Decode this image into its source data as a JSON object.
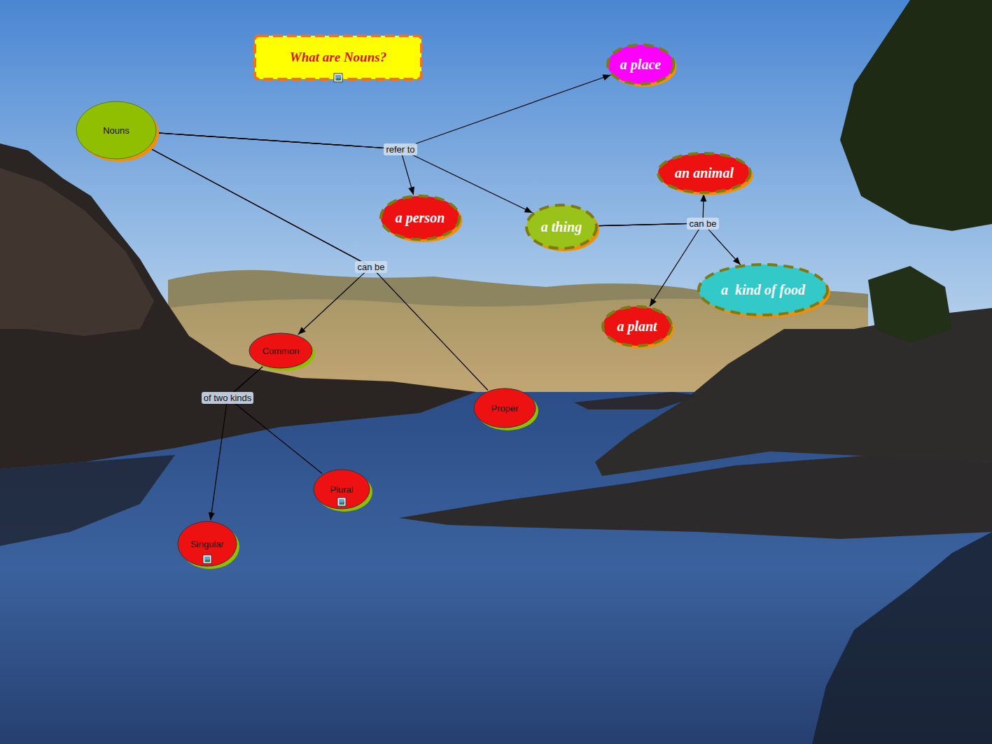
{
  "diagram": {
    "nodes": [
      {
        "text": [
          "What are Nouns?"
        ]
      },
      {
        "text": [
          "Nouns"
        ]
      },
      {
        "text": [
          "a place"
        ]
      },
      {
        "text": [
          "a person"
        ]
      },
      {
        "text": [
          "a thing"
        ]
      },
      {
        "text": [
          "an animal"
        ]
      },
      {
        "text": [
          "a  kind of food"
        ]
      },
      {
        "text": [
          "a plant"
        ]
      },
      {
        "text": [
          "Common"
        ]
      },
      {
        "text": [
          "Proper"
        ]
      },
      {
        "text": [
          "Plural"
        ]
      },
      {
        "text": [
          "Singular"
        ]
      }
    ],
    "edges": [
      {
        "from": 1,
        "to": 2,
        "label": "refer to",
        "arrow": "to"
      },
      {
        "from": 1,
        "to": 3,
        "arrow": "to"
      },
      {
        "from": 1,
        "to": 4,
        "arrow": "to"
      },
      {
        "from": 4,
        "to": 5,
        "label": "can be",
        "arrow": "to"
      },
      {
        "from": 4,
        "to": 6,
        "arrow": "to"
      },
      {
        "from": 4,
        "to": 7,
        "arrow": "to"
      },
      {
        "from": 1,
        "to": 8,
        "label": "can be",
        "arrow": "to"
      },
      {
        "from": 1,
        "to": 9,
        "arrow": "none"
      },
      {
        "from": 8,
        "to": 11,
        "label": "of two kinds",
        "arrow": "to"
      },
      {
        "from": 8,
        "to": 10,
        "arrow": "none"
      }
    ]
  }
}
